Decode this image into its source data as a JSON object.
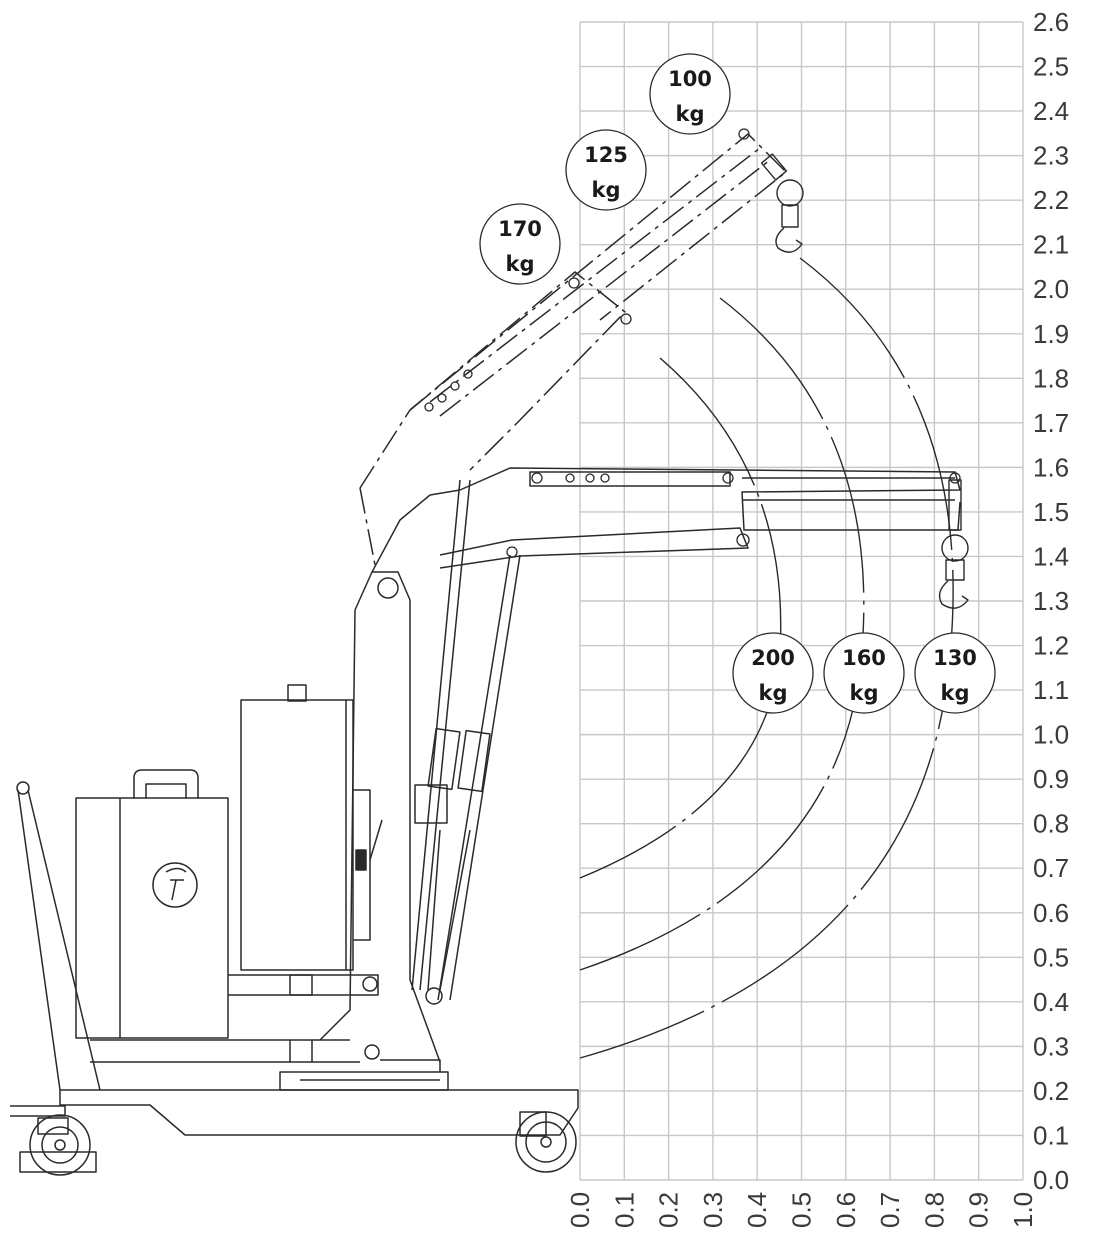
{
  "diagram": {
    "y_axis": {
      "ticks": [
        "0.0",
        "0.1",
        "0.2",
        "0.3",
        "0.4",
        "0.5",
        "0.6",
        "0.7",
        "0.8",
        "0.9",
        "1.0",
        "1.1",
        "1.2",
        "1.3",
        "1.4",
        "1.5",
        "1.6",
        "1.7",
        "1.8",
        "1.9",
        "2.0",
        "2.1",
        "2.2",
        "2.3",
        "2.4",
        "2.5",
        "2.6"
      ]
    },
    "x_axis": {
      "ticks": [
        "0.0",
        "0.1",
        "0.2",
        "0.3",
        "0.4",
        "0.5",
        "0.6",
        "0.7",
        "0.8",
        "0.9",
        "1.0"
      ]
    },
    "loads_raised": [
      {
        "value": "170",
        "unit": "kg"
      },
      {
        "value": "125",
        "unit": "kg"
      },
      {
        "value": "100",
        "unit": "kg"
      }
    ],
    "loads_horizontal": [
      {
        "value": "200",
        "unit": "kg"
      },
      {
        "value": "160",
        "unit": "kg"
      },
      {
        "value": "130",
        "unit": "kg"
      }
    ],
    "colors": {
      "grid": "#c8c8c8",
      "line": "#2a2a2a",
      "text": "#1a1a1a"
    }
  }
}
